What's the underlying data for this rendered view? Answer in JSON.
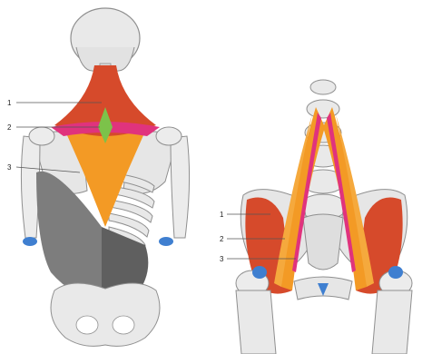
{
  "panels": [
    {
      "view": "posterior-trunk",
      "labels": [
        "1",
        "2",
        "3"
      ]
    },
    {
      "view": "anterior-pelvis",
      "labels": [
        "1",
        "2",
        "3"
      ]
    }
  ],
  "colors": {
    "bone": "#e9e9e9",
    "bone_outline": "#8f8f8f",
    "muscle_red": "#d64a2b",
    "muscle_orange": "#f39a25",
    "muscle_magenta": "#e0337d",
    "aponeurosis_green": "#7cc24a",
    "latissimus_grey": "#7d7d7d",
    "highlight_blue": "#3f7fd0",
    "leader_line": "#555555"
  }
}
